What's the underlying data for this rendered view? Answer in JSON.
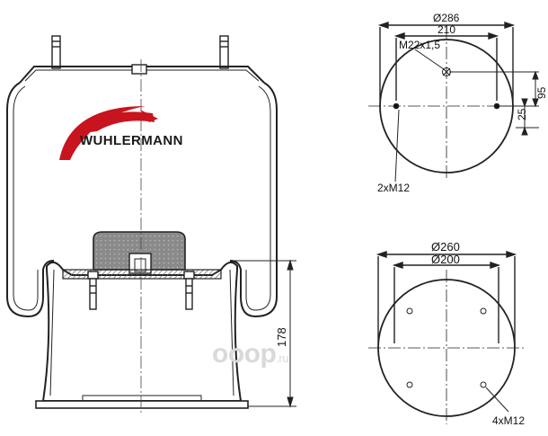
{
  "brand": {
    "name": "WUHLERMANN"
  },
  "side_view": {
    "height_label": "178"
  },
  "top_plate": {
    "outer_diameter": "Ø286",
    "stud_spacing": "210",
    "air_fitting": "M22x1,5",
    "offset_vertical": "95",
    "offset_small": "25",
    "stud_count": "2xM12"
  },
  "bottom_plate": {
    "outer_diameter": "Ø260",
    "inner_diameter": "Ø200",
    "bolt_count": "4xM12"
  },
  "watermark": {
    "main": "ooop",
    "suffix": ".ru"
  }
}
